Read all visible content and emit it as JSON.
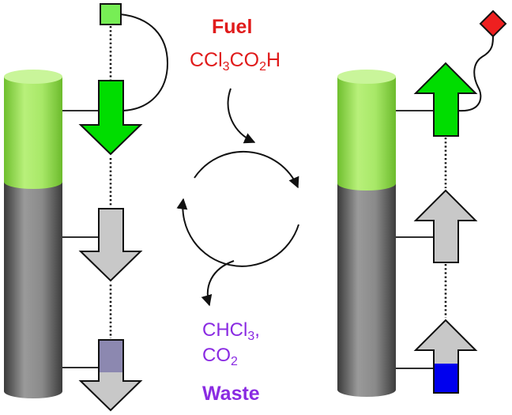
{
  "colors": {
    "fuel_text": "#e01b1b",
    "waste_text": "#8a2be2",
    "green_arrow": "#00dd00",
    "gray_arrow": "#c8c8c8",
    "cylinder_gray": "#6b6b6b",
    "cylinder_green": "#a6e663",
    "blue_fill": "#0000ee",
    "purple_fill": "#8c88b0",
    "red_diamond": "#ee2020",
    "square_green": "#77ee55"
  },
  "fuel": {
    "title": "Fuel",
    "formula": {
      "a": "CCl",
      "b": "3",
      "c": "CO",
      "d": "2",
      "e": "H"
    }
  },
  "waste": {
    "line1": {
      "a": "CHCl",
      "b": "3",
      "c": ","
    },
    "line2": {
      "a": "CO",
      "b": "2"
    },
    "title": "Waste"
  },
  "icons": {
    "left_cylinder": "cylinder-icon",
    "right_cylinder": "cylinder-icon",
    "cycle": "cycle-arrows-icon",
    "square_tag": "square-icon",
    "diamond_tag": "diamond-icon"
  }
}
